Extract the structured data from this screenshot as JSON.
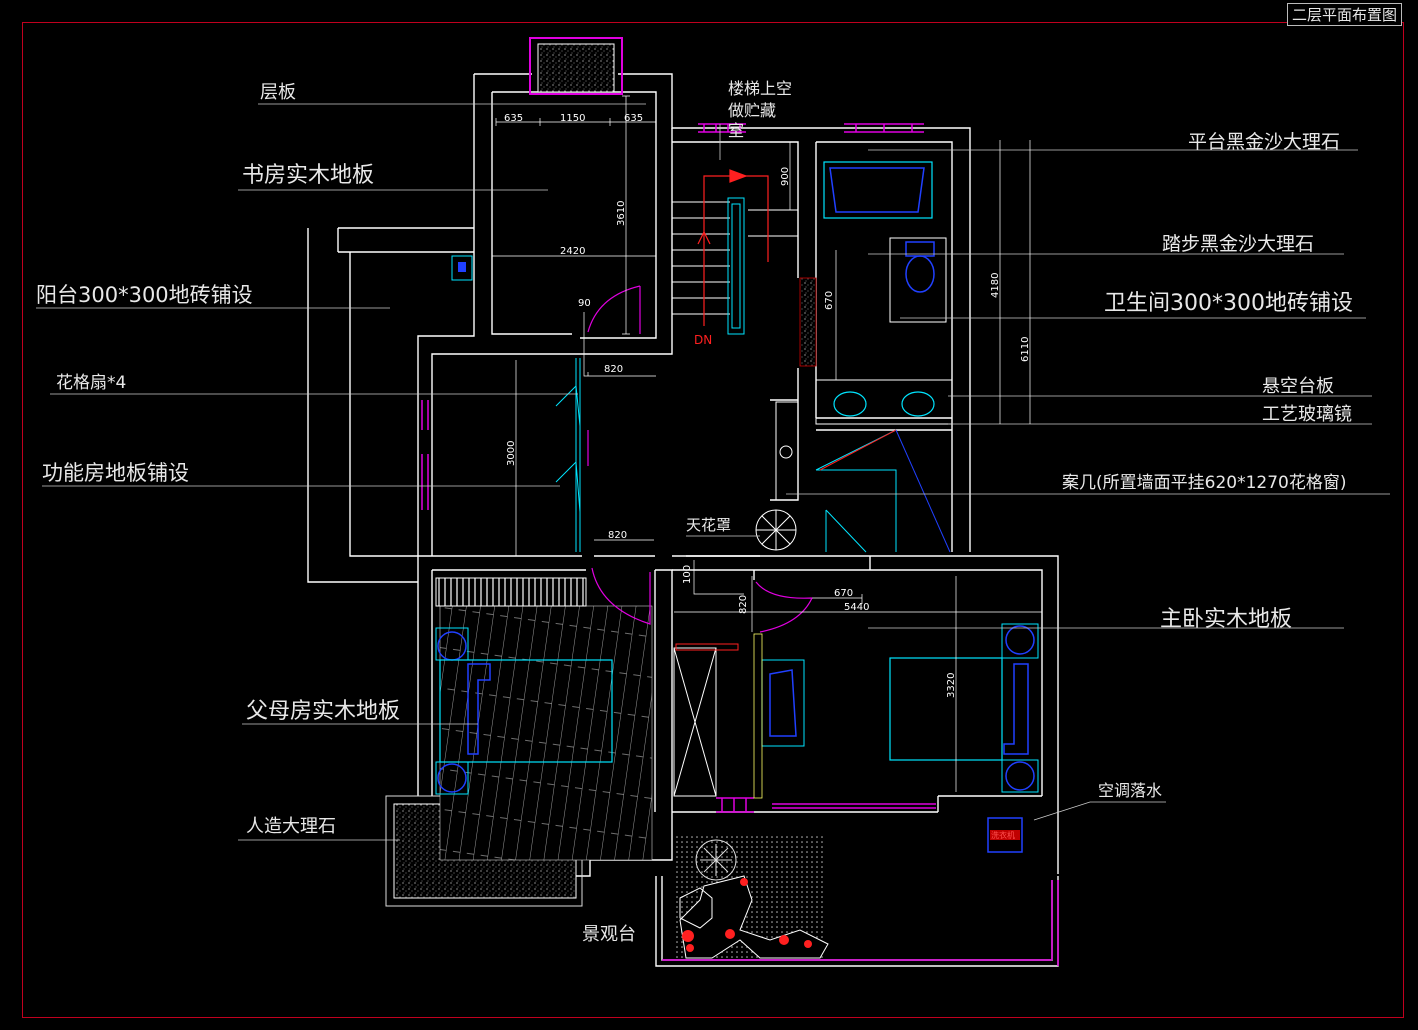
{
  "sheet_title": "二层平面布置图",
  "colors": {
    "wall": "#ffffff",
    "furniture": "#00e5ff",
    "door": "#e000e0",
    "stair_arrow": "#ff2020",
    "label": "#e8e8e8",
    "frame": "#c0001e",
    "blue": "#2040ff"
  },
  "labels": {
    "slab": "层板",
    "study_floor": "书房实木地板",
    "balcony_tile": "阳台300*300地砖铺设",
    "lattice_fan": "花格扇*4",
    "function_room_floor": "功能房地板铺设",
    "parents_room_floor": "父母房实木地板",
    "artificial_marble": "人造大理石",
    "landscape_terrace": "景观台",
    "stair_void_1": "楼梯上空",
    "stair_void_2": "做贮藏",
    "stair_void_3": "室",
    "platform_marble": "平台黑金沙大理石",
    "step_marble": "踏步黑金沙大理石",
    "bathroom_tile": "卫生间300*300地砖铺设",
    "floating_counter": "悬空台板",
    "art_glass_mirror": "工艺玻璃镜",
    "console_table": "案几(所置墙面平挂620*1270花格窗)",
    "master_floor": "主卧实木地板",
    "ac_drain": "空调落水",
    "ceiling_hood": "天花罩",
    "dn": "DN",
    "washer": "洗衣机"
  },
  "dimensions": {
    "d635a": "635",
    "d1150": "1150",
    "d635b": "635",
    "d3610": "3610",
    "d2420": "2420",
    "d90": "90",
    "d820a": "820",
    "d3000": "3000",
    "d820b": "820",
    "d900": "900",
    "d670a": "670",
    "d4180": "4180",
    "d6110": "6110",
    "d100": "100",
    "d820c": "820",
    "d670b": "670",
    "d5440": "5440",
    "d3320": "3320"
  }
}
